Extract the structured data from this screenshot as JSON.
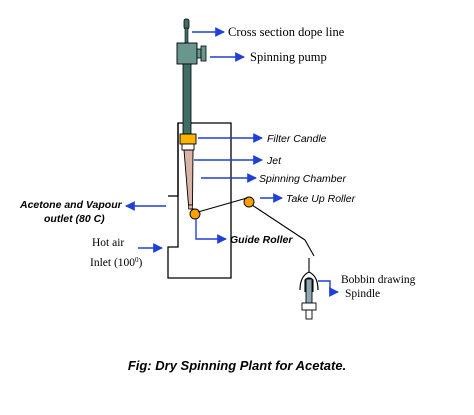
{
  "labels": {
    "cross_section": "Cross section dope line",
    "spinning_pump": "Spinning pump",
    "filter_candle": "Filter Candle",
    "jet": "Jet",
    "spinning_chamber": "Spinning Chamber",
    "take_up_roller": "Take Up Roller",
    "acetone_line1": "Acetone and Vapour",
    "acetone_line2": "outlet (80 C)",
    "hot_air_line1": "Hot air",
    "hot_air_line2": "Inlet (100",
    "guide_roller": "Guide Roller",
    "bobbin_line1": "Bobbin drawing",
    "bobbin_line2": "Spindle"
  },
  "caption": "Fig: Dry Spinning Plant for Acetate.",
  "colors": {
    "arrow": "#1f3fd6",
    "pipe": "#3f6e67",
    "pump": "#6a9690",
    "candle_top": "#ffb300",
    "jet_cone": "#d9b3a6",
    "roller": "#ffa000",
    "spindle": "#8fa8b5"
  }
}
